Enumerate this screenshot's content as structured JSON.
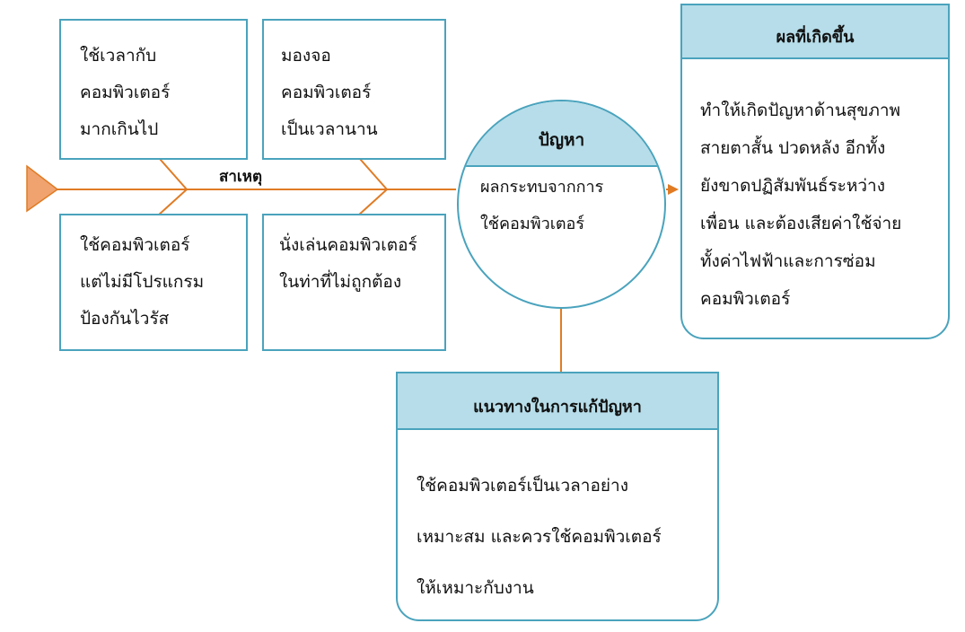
{
  "diagram": {
    "spine_label": "สาเหตุ",
    "causes": [
      {
        "id": "cause-1",
        "text": "ใช้เวลากับ\nคอมพิวเตอร์\nมากเกินไป"
      },
      {
        "id": "cause-2",
        "text": "มองจอ\nคอมพิวเตอร์\nเป็นเวลานาน"
      },
      {
        "id": "cause-3",
        "text": "ใช้คอมพิวเตอร์\nแต่ไม่มีโปรแกรม\nป้องกันไวรัส"
      },
      {
        "id": "cause-4",
        "text": "นั่งเล่นคอมพิวเตอร์\nในท่าที่ไม่ถูกต้อง"
      }
    ],
    "problem": {
      "title": "ปัญหา",
      "text": "ผลกระทบจากการ\nใช้คอมพิวเตอร์"
    },
    "result": {
      "title": "ผลที่เกิดขึ้น",
      "text": "ทำให้เกิดปัญหาด้านสุขภาพ\nสายตาสั้น ปวดหลัง อีกทั้ง\nยังขาดปฏิสัมพันธ์ระหว่าง\nเพื่อน และต้องเสียค่าใช้จ่าย\nทั้งค่าไฟฟ้าและการซ่อม\nคอมพิวเตอร์"
    },
    "solution": {
      "title": "แนวทางในการแก้ปัญหา",
      "text": "ใช้คอมพิวเตอร์เป็นเวลาอย่าง\nเหมาะสม และควรใช้คอมพิวเตอร์\nให้เหมาะกับงาน"
    },
    "colors": {
      "border": "#4aa3bd",
      "header_fill": "#b6dde9",
      "arrow": "#e07b24",
      "arrow_head_fill": "#f0a36f"
    }
  }
}
